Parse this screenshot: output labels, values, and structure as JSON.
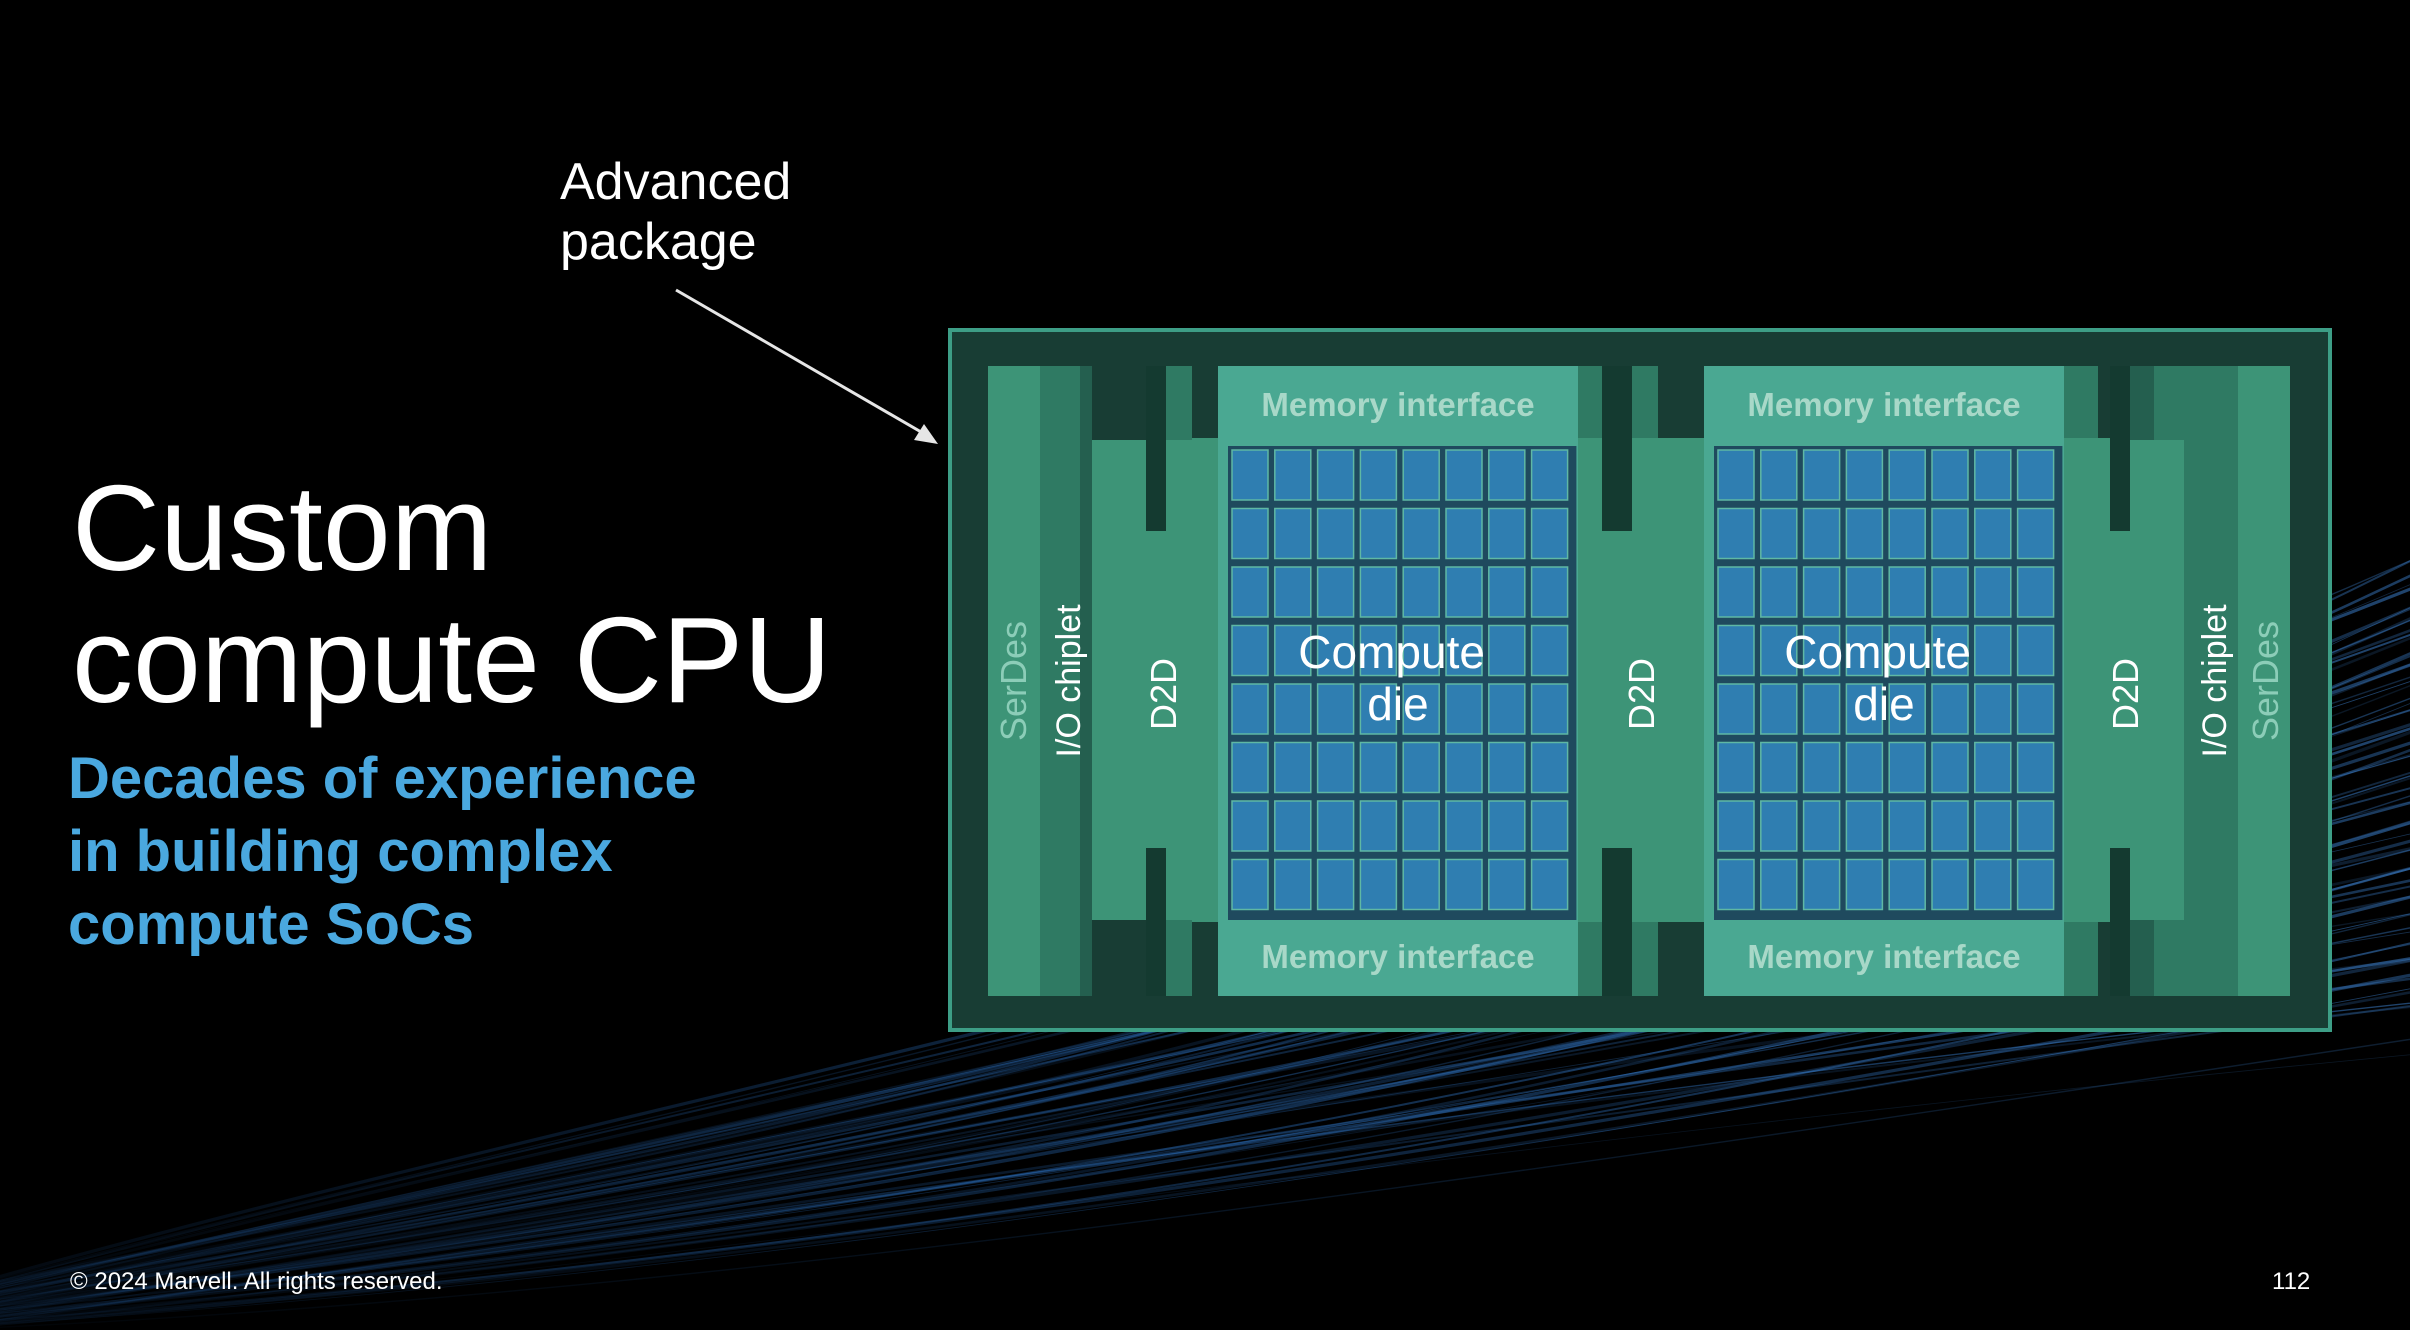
{
  "slide": {
    "title_lines": [
      "Custom",
      "compute CPU"
    ],
    "subtitle_lines": [
      "Decades of experience",
      "in building complex",
      "compute SoCs"
    ],
    "footer": "© 2024 Marvell. All rights reserved.",
    "page_number": "112"
  },
  "diagram": {
    "callout_lines": [
      "Advanced",
      "package"
    ],
    "serdes_label": "SerDes",
    "io_chiplet_label": "I/O chiplet",
    "d2d_label": "D2D",
    "memory_interface_label": "Memory interface",
    "compute_die_lines": [
      "Compute",
      "die"
    ],
    "core_grid": {
      "rows": 8,
      "cols": 8
    }
  },
  "colors": {
    "background": "#000000",
    "accent_blue": "#4aa8df",
    "package_green": "#3d9e86",
    "die_green": "#4aa892",
    "dark_green": "#143a30",
    "core_blue": "#2f7eb1"
  }
}
